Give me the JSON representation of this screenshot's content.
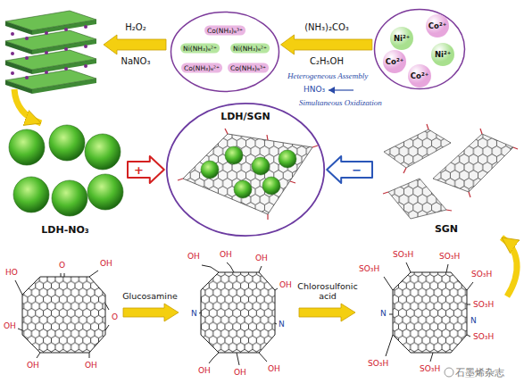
{
  "diagram": {
    "nodes": [
      {
        "text": [
          "Co²⁺",
          "Ni²⁺",
          "Ni²⁺",
          "Co²⁺",
          "Co²⁺"
        ]
      },
      {
        "text": [
          "Co(NH₃)₆³⁺",
          "Ni(NH₃)₆²⁺",
          "Ni(NH₃)₆²⁺",
          "Co(NH₃)₆²⁺",
          "Co(NH₃)₆³⁺"
        ]
      },
      {
        "text": [
          "LDH-NO₃"
        ]
      },
      {
        "text": [
          "LDH/SGN"
        ]
      },
      {
        "text": [
          "SGN"
        ]
      }
    ],
    "edges": [
      {
        "from": 0,
        "to": 1,
        "arrow": "to"
      },
      {
        "from": 2,
        "to": 3,
        "label": "+",
        "arrow": "to"
      },
      {
        "from": 4,
        "to": 3,
        "label": "−",
        "arrow": "to"
      }
    ],
    "labels": [
      "H₂O₂",
      "NaNO₃",
      "(NH₃)₂CO₃",
      "C₂H₅OH",
      "Heterogeneous Assembly",
      "HNO₃",
      "Simultaneous Oxidization",
      "Glucosamine",
      "Chlorosulfonic acid",
      "OH",
      "O",
      "HO",
      "O",
      "OH",
      "OH",
      "OH",
      "OH",
      "OH",
      "OH",
      "N",
      "OH",
      "N",
      "OH",
      "OH",
      "OH",
      "SO₃H",
      "SO₃H",
      "SO₃H",
      "SO₃H",
      "SO₃H",
      "SO₃H",
      "SO₃H",
      "SO₃H",
      "N",
      "N",
      "石墨烯杂志"
    ]
  }
}
